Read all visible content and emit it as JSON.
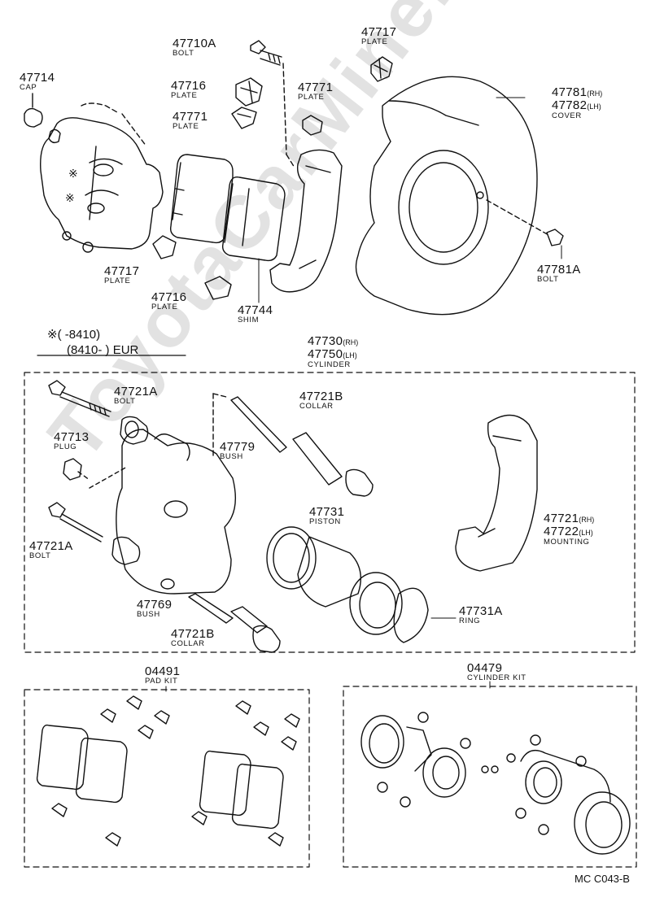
{
  "watermark": "ToyotaCarMine.ru",
  "parts": {
    "p47714": {
      "number": "47714",
      "name": "CAP"
    },
    "p47710A": {
      "number": "47710A",
      "name": "BOLT"
    },
    "p47716_top": {
      "number": "47716",
      "name": "PLATE"
    },
    "p47771_mid": {
      "number": "47771",
      "name": "PLATE"
    },
    "p47771_right": {
      "number": "47771",
      "name": "PLATE"
    },
    "p47717_top": {
      "number": "47717",
      "name": "PLATE"
    },
    "p47781": {
      "number_rh": "47781",
      "tag_rh": "(RH)",
      "number_lh": "47782",
      "tag_lh": "(LH)",
      "name": "COVER"
    },
    "p47781A": {
      "number": "47781A",
      "name": "BOLT"
    },
    "p47717_low": {
      "number": "47717",
      "name": "PLATE"
    },
    "p47716_low": {
      "number": "47716",
      "name": "PLATE"
    },
    "p47744": {
      "number": "47744",
      "name": "SHIM"
    },
    "p47730": {
      "number_rh": "47730",
      "tag_rh": "(RH)",
      "number_lh": "47750",
      "tag_lh": "(LH)",
      "name": "CYLINDER"
    },
    "p47721A_top": {
      "number": "47721A",
      "name": "BOLT"
    },
    "p47721B_top": {
      "number": "47721B",
      "name": "COLLAR"
    },
    "p47713": {
      "number": "47713",
      "name": "PLUG"
    },
    "p47779": {
      "number": "47779",
      "name": "BUSH"
    },
    "p47731": {
      "number": "47731",
      "name": "PISTON"
    },
    "p47721": {
      "number_rh": "47721",
      "tag_rh": "(RH)",
      "number_lh": "47722",
      "tag_lh": "(LH)",
      "name": "MOUNTING"
    },
    "p47721A_low": {
      "number": "47721A",
      "name": "BOLT"
    },
    "p47769": {
      "number": "47769",
      "name": "BUSH"
    },
    "p47731A": {
      "number": "47731A",
      "name": "RING"
    },
    "p47721B_low": {
      "number": "47721B",
      "name": "COLLAR"
    },
    "p04491": {
      "number": "04491",
      "name": "PAD KIT"
    },
    "p04479": {
      "number": "04479",
      "name": "CYLINDER KIT"
    }
  },
  "note": {
    "line1": "※(     -8410)",
    "line2": "(8410-        ) EUR"
  },
  "reference": "MC C043-B"
}
